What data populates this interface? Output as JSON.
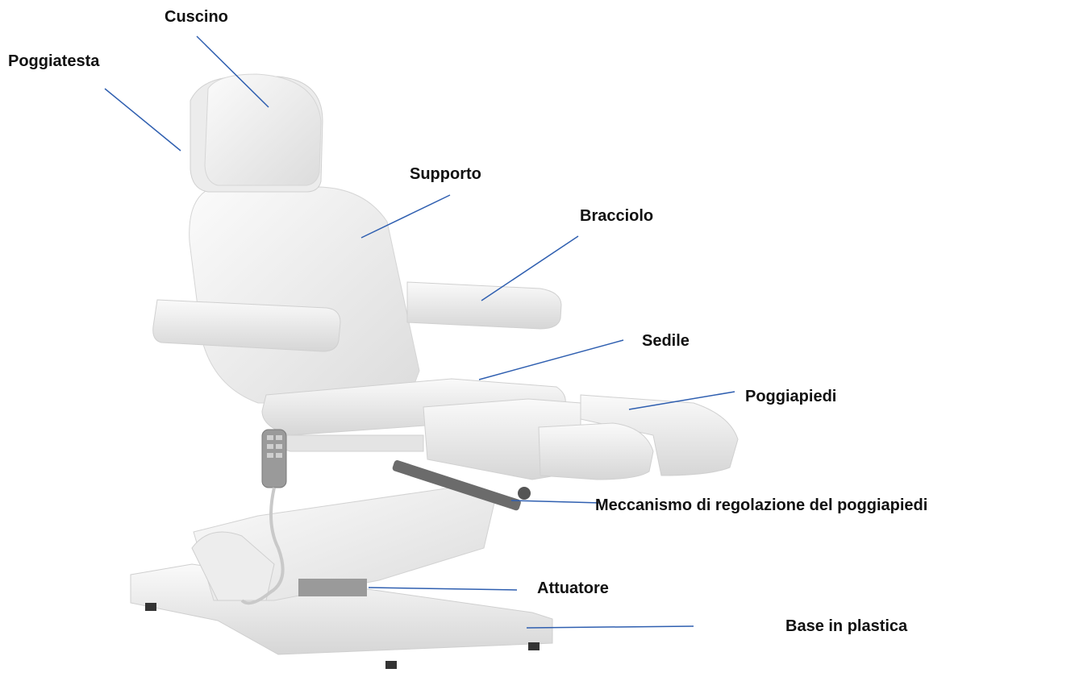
{
  "labels": {
    "cuscino": "Cuscino",
    "poggiatesta": "Poggiatesta",
    "supporto": "Supporto",
    "bracciolo": "Bracciolo",
    "sedile": "Sedile",
    "poggiapiedi": "Poggiapiedi",
    "meccanismo": "Meccanismo di regolazione del poggiapiedi",
    "attuatore": "Attuatore",
    "base": "Base in plastica"
  },
  "colors": {
    "leader_line": "#2f5fb0",
    "label_text": "#111111",
    "upholstery": "#f3f3f3",
    "upholstery_shadow": "#d9d9d9",
    "remote": "#9a9a9a",
    "metal": "#6b6b6b"
  }
}
